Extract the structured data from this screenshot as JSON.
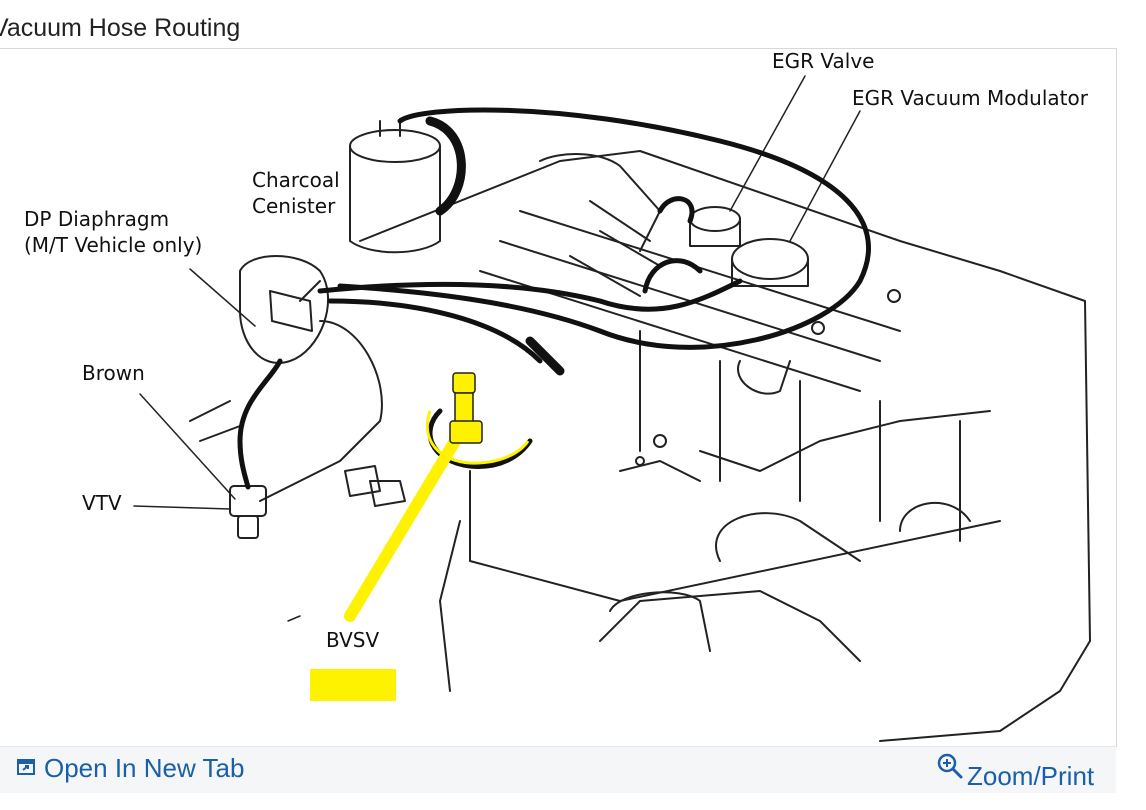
{
  "page": {
    "title": "Vacuum Hose Routing"
  },
  "diagram": {
    "labels": {
      "egr_valve": "EGR Valve",
      "egr_vacuum_modulator": "EGR Vacuum Modulator",
      "charcoal": "Charcoal",
      "canister": "Cenister",
      "dp_diaphragm": "DP Diaphragm",
      "mt_vehicle": "(M/T Vehicle only)",
      "brown": "Brown",
      "vtv": "VTV",
      "bvsv": "BVSV"
    },
    "highlight_color": "#fff200"
  },
  "footer": {
    "open_new_tab": "Open In New Tab",
    "zoom_print": "Zoom/Print",
    "link_color": "#1b5fa8",
    "icons": [
      "open-new-tab-icon",
      "zoom-in-icon"
    ]
  }
}
